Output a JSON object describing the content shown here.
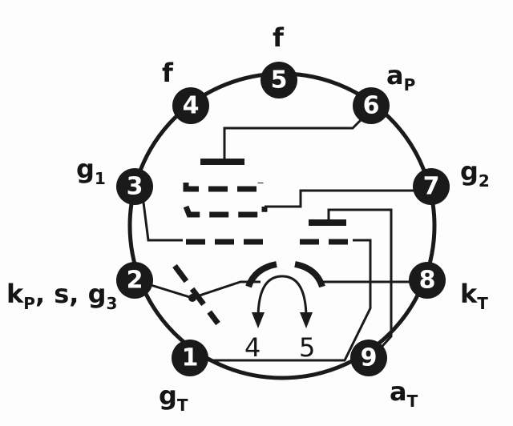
{
  "diagram": {
    "pins": [
      {
        "number": "1",
        "label": "g",
        "sub": "T"
      },
      {
        "number": "2",
        "label": "k",
        "sub": "P",
        "extra": ", s, g",
        "extra_sub": "3"
      },
      {
        "number": "3",
        "label": "g",
        "sub": "1"
      },
      {
        "number": "4",
        "label": "f",
        "sub": ""
      },
      {
        "number": "5",
        "label": "f",
        "sub": ""
      },
      {
        "number": "6",
        "label": "a",
        "sub": "P"
      },
      {
        "number": "7",
        "label": "g",
        "sub": "2"
      },
      {
        "number": "8",
        "label": "k",
        "sub": "T"
      },
      {
        "number": "9",
        "label": "a",
        "sub": "T"
      }
    ],
    "heater_labels": [
      "4",
      "5"
    ]
  }
}
